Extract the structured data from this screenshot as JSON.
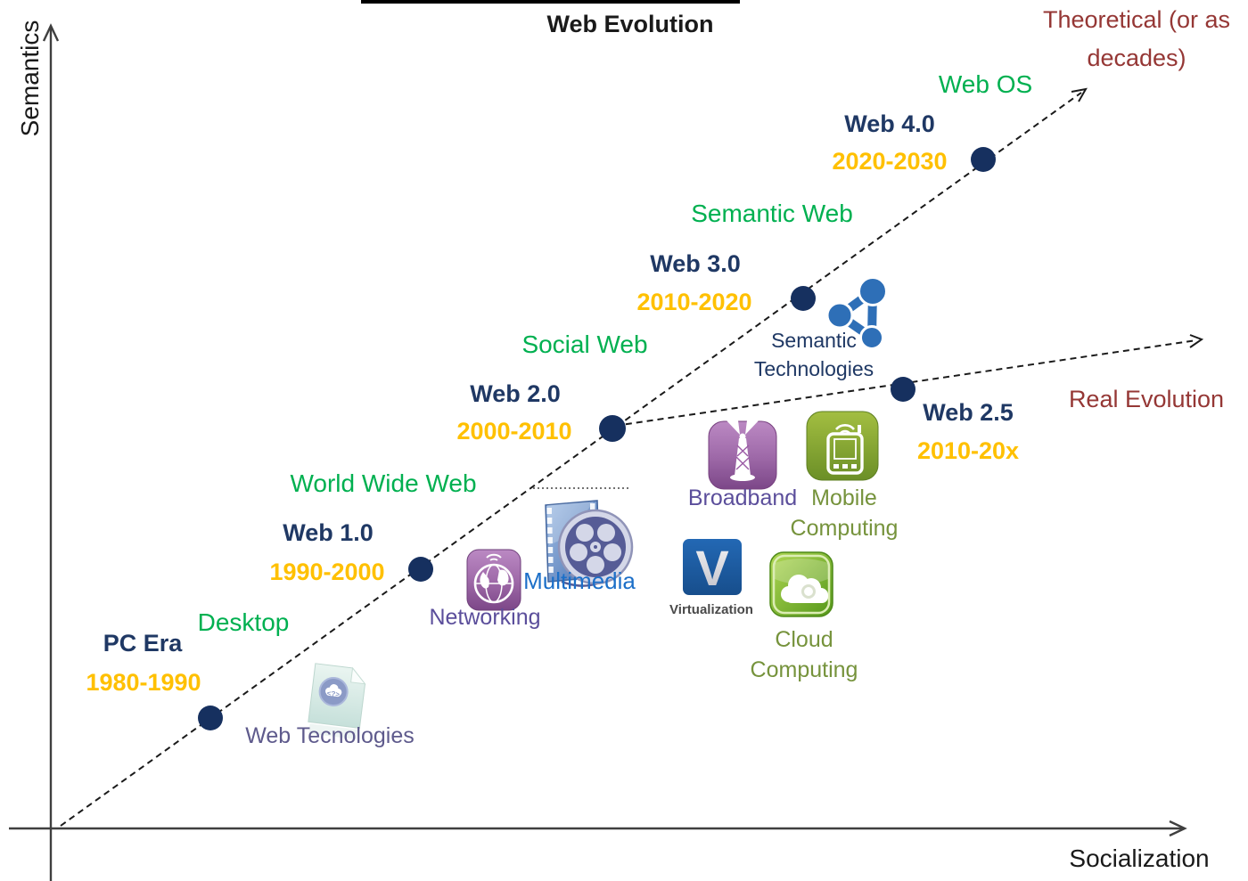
{
  "title": "Web Evolution",
  "axes": {
    "y_label": "Semantics",
    "x_label": "Socialization"
  },
  "trajectories": {
    "theoretical": "Theoretical (or as decades)",
    "real": "Real Evolution"
  },
  "milestones": [
    {
      "name": "PC Era",
      "period": "1980-1990",
      "stage": "Desktop"
    },
    {
      "name": "Web 1.0",
      "period": "1990-2000",
      "stage": "World Wide Web"
    },
    {
      "name": "Web 2.0",
      "period": "2000-2010",
      "stage": "Social Web"
    },
    {
      "name": "Web 3.0",
      "period": "2010-2020",
      "stage": "Semantic Web"
    },
    {
      "name": "Web 4.0",
      "period": "2020-2030",
      "stage": "Web OS"
    },
    {
      "name": "Web 2.5",
      "period": "2010-20x",
      "stage": ""
    }
  ],
  "technologies": [
    {
      "label": "Web Tecnologies",
      "icon": "document-code-icon"
    },
    {
      "label": "Networking",
      "icon": "globe-network-icon"
    },
    {
      "label": "Multimedia",
      "icon": "film-reel-icon"
    },
    {
      "label": "Broadband",
      "icon": "antenna-tower-icon"
    },
    {
      "label": "Mobile Computing",
      "icon": "mobile-phone-icon"
    },
    {
      "label": "Virtualization",
      "icon": "letter-v-icon"
    },
    {
      "label": "Cloud Computing",
      "icon": "cloud-icon"
    },
    {
      "label": "Semantic Technologies",
      "icon": "rdf-graph-icon"
    }
  ],
  "colors": {
    "stage_green": "#00B050",
    "era_navy": "#1F3864",
    "period_gold": "#FFC000",
    "trajectory_maroon": "#953735",
    "dot_navy": "#16305F",
    "multimedia_blue": "#1C6FC8",
    "purple_label": "#5B4E9B",
    "olive_label": "#76933C",
    "slate_label": "#5E5A8C",
    "gray_label": "#4A4A4A"
  }
}
